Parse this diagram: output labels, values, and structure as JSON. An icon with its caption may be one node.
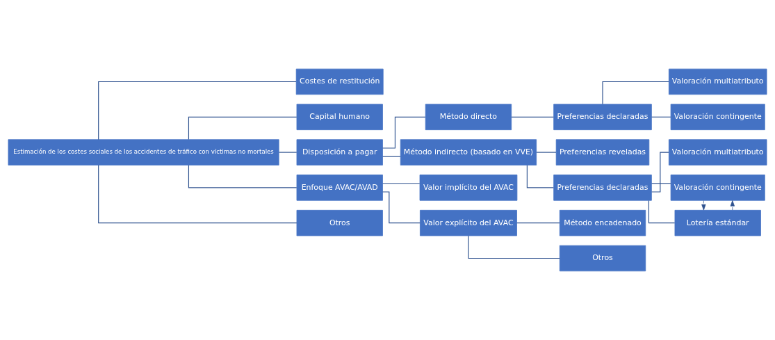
{
  "diagram": {
    "nodes": [
      {
        "text": [
          "Estimación de los costes sociales de los accidentes de tráfico con víctimas no mortales"
        ]
      },
      {
        "text": [
          "Costes de restitución"
        ]
      },
      {
        "text": [
          "Capital humano"
        ]
      },
      {
        "text": [
          "Disposición a pagar"
        ]
      },
      {
        "text": [
          "Enfoque AVAC/AVAD"
        ]
      },
      {
        "text": [
          "Otros"
        ]
      },
      {
        "text": [
          "Método directo"
        ]
      },
      {
        "text": [
          "Método indirecto (basado en VVE)"
        ]
      },
      {
        "text": [
          "Valor implícito del AVAC"
        ]
      },
      {
        "text": [
          "Valor explícito del AVAC"
        ]
      },
      {
        "text": [
          "Preferencias declaradas"
        ]
      },
      {
        "text": [
          "Preferencias reveladas"
        ]
      },
      {
        "text": [
          "Preferencias declaradas"
        ]
      },
      {
        "text": [
          "Método encadenado"
        ]
      },
      {
        "text": [
          "Otros"
        ]
      },
      {
        "text": [
          "Valoración multiatributo"
        ]
      },
      {
        "text": [
          "Valoración contingente"
        ]
      },
      {
        "text": [
          "Valoración multiatributo"
        ]
      },
      {
        "text": [
          "Valoración contingente"
        ]
      },
      {
        "text": [
          "Lotería estándar"
        ]
      }
    ],
    "edges": [
      {
        "from": 0,
        "to": 1,
        "arrow": "none"
      },
      {
        "from": 0,
        "to": 2,
        "arrow": "none"
      },
      {
        "from": 0,
        "to": 3,
        "arrow": "none"
      },
      {
        "from": 0,
        "to": 4,
        "arrow": "none"
      },
      {
        "from": 0,
        "to": 5,
        "arrow": "none"
      },
      {
        "from": 3,
        "to": 6,
        "arrow": "none"
      },
      {
        "from": 3,
        "to": 7,
        "arrow": "none"
      },
      {
        "from": 4,
        "to": 8,
        "arrow": "none"
      },
      {
        "from": 4,
        "to": 9,
        "arrow": "none"
      },
      {
        "from": 6,
        "to": 10,
        "arrow": "none"
      },
      {
        "from": 7,
        "to": 11,
        "arrow": "none"
      },
      {
        "from": 7,
        "to": 12,
        "arrow": "none"
      },
      {
        "from": 9,
        "to": 13,
        "arrow": "none"
      },
      {
        "from": 9,
        "to": 14,
        "arrow": "none"
      },
      {
        "from": 10,
        "to": 15,
        "arrow": "none"
      },
      {
        "from": 10,
        "to": 16,
        "arrow": "none"
      },
      {
        "from": 12,
        "to": 17,
        "arrow": "none"
      },
      {
        "from": 12,
        "to": 18,
        "arrow": "none"
      },
      {
        "from": 12,
        "to": 19,
        "arrow": "none"
      },
      {
        "from": 19,
        "to": 18,
        "arrow": "to",
        "style": "dashed"
      },
      {
        "from": 18,
        "to": 19,
        "arrow": "to",
        "style": "dashed"
      }
    ]
  }
}
